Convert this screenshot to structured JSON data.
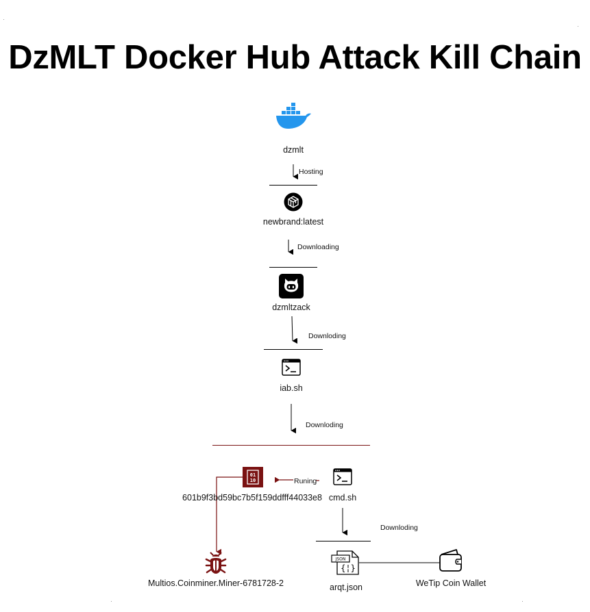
{
  "title": "DzMLT Docker Hub Attack Kill Chain",
  "nodes": {
    "docker_hub_account": {
      "label": "dzmlt",
      "icon": "docker-whale-icon"
    },
    "image": {
      "label": "newbrand:latest",
      "icon": "container-image-icon"
    },
    "github_account": {
      "label": "dzmltzack",
      "icon": "github-icon"
    },
    "script_iab": {
      "label": "iab.sh",
      "icon": "terminal-icon"
    },
    "binary": {
      "label": "601b9f3bd59bc7b5f159ddfff44033e8",
      "icon": "binary-file-icon"
    },
    "script_cmd": {
      "label": "cmd.sh",
      "icon": "terminal-icon"
    },
    "malware": {
      "label": "Multios.Coinminer.Miner-6781728-2",
      "icon": "bug-icon"
    },
    "config": {
      "label": "arqt.json",
      "icon": "json-file-icon"
    },
    "wallet": {
      "label": "WeTip Coin Wallet",
      "icon": "wallet-icon"
    }
  },
  "edges": {
    "hosting": "Hosting",
    "downloading_1": "Downloading",
    "downloding_1": "Downloding",
    "downloding_2": "Downloding",
    "running": "Runing",
    "downloding_3": "Downloding"
  },
  "colors": {
    "docker_blue": "#2496ed",
    "malicious_red": "#7a1212",
    "line": "#000000"
  }
}
